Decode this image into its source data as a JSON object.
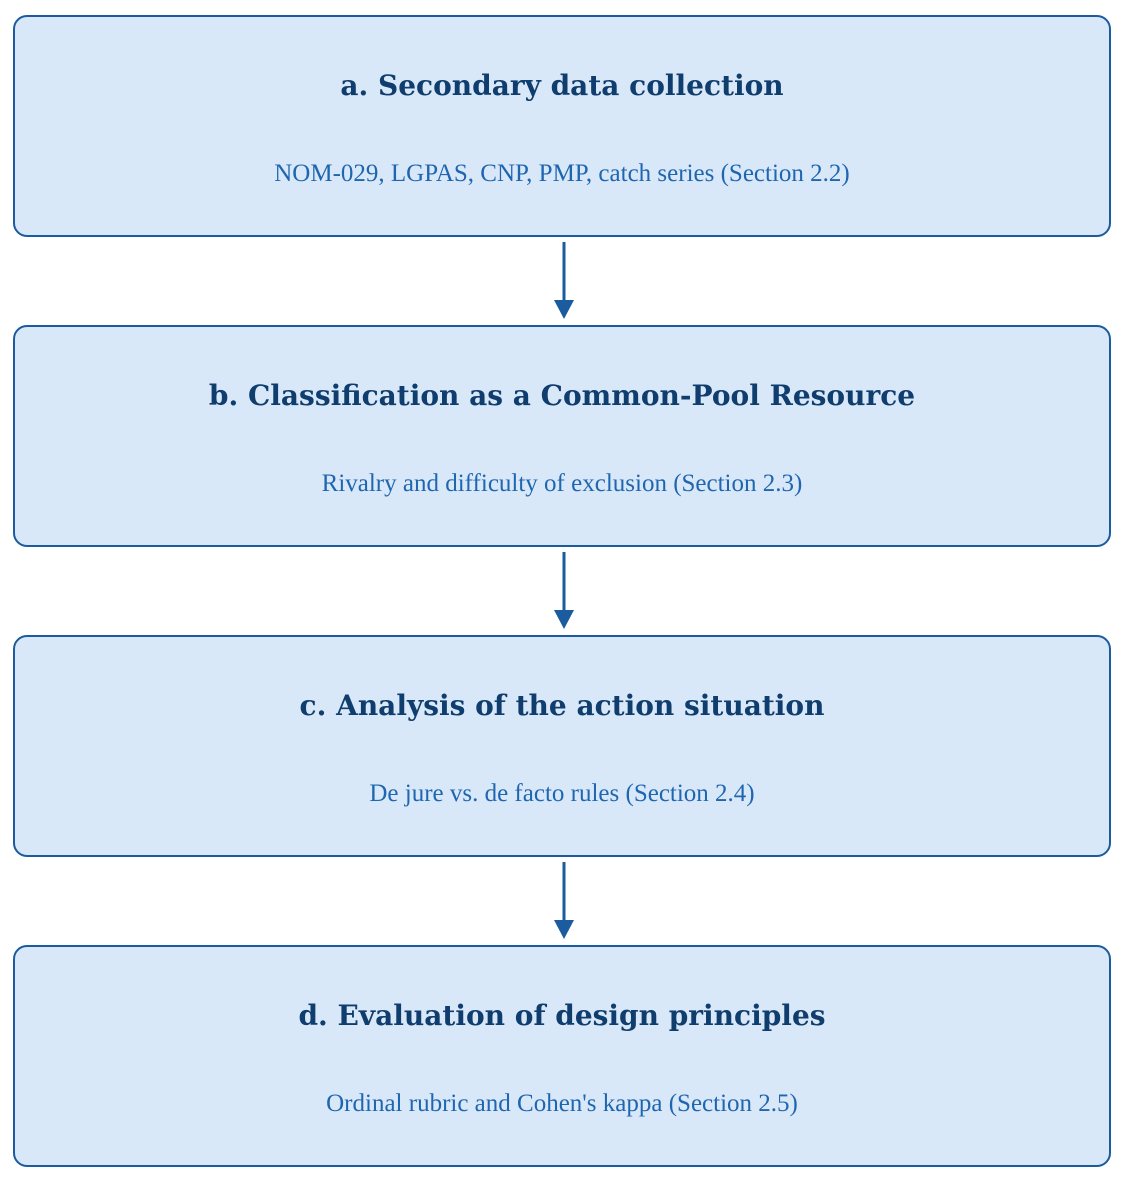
{
  "flowchart": {
    "steps": [
      {
        "title": "a. Secondary data collection",
        "subtitle": "NOM-029, LGPAS, CNP, PMP, catch series (Section 2.2)"
      },
      {
        "title": "b. Classification as a Common-Pool Resource",
        "subtitle": "Rivalry and difficulty of exclusion (Section 2.3)"
      },
      {
        "title": "c. Analysis of the action situation",
        "subtitle": "De jure vs. de facto rules (Section 2.4)"
      },
      {
        "title": "d. Evaluation of design principles",
        "subtitle": "Ordinal rubric and Cohen's kappa (Section 2.5)"
      }
    ],
    "colors": {
      "box_fill": "#d9e8f8",
      "box_border": "#1a5c9e",
      "title_text": "#0f3d6e",
      "subtitle_text": "#1f66b0",
      "arrow": "#1a5c9e"
    }
  }
}
